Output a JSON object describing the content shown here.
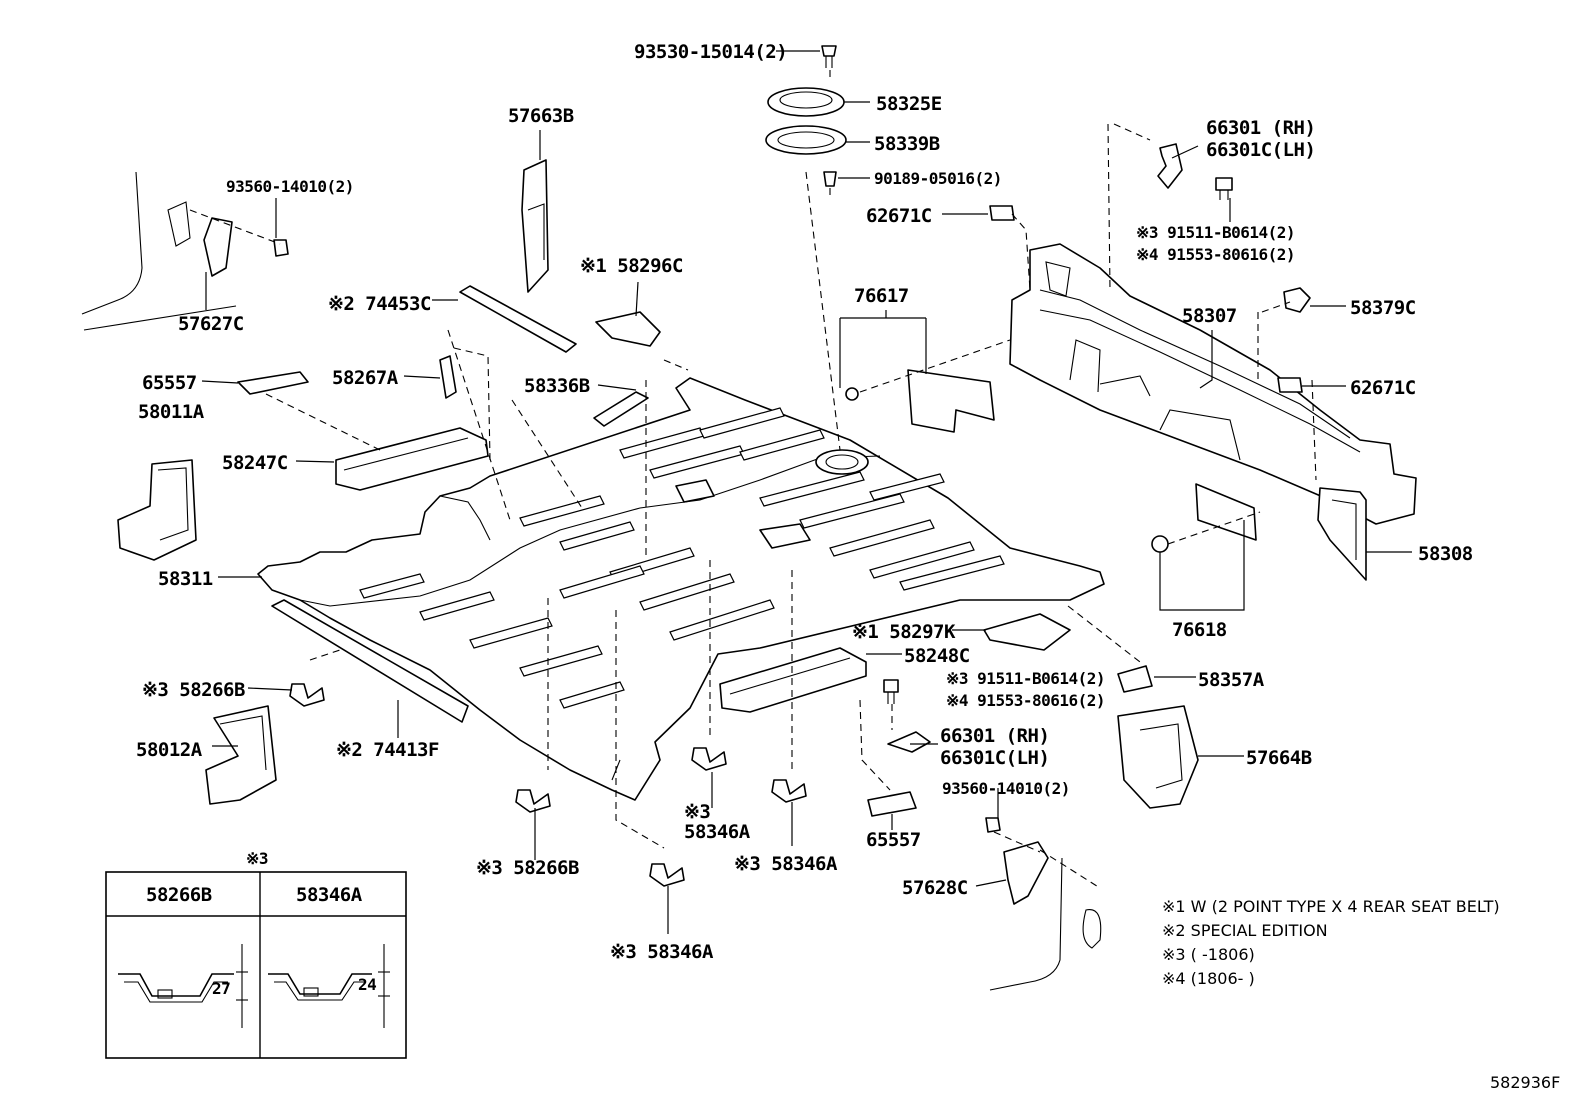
{
  "callouts": {
    "c93530": "93530-15014(2)",
    "c58325E": "58325E",
    "c58339B": "58339B",
    "c90189": "90189-05016(2)",
    "c62671C_a": "62671C",
    "c62671C_b": "62671C",
    "c76617": "76617",
    "c76618": "76618",
    "c66301_a": "66301 (RH)",
    "c66301C_a": "66301C(LH)",
    "c66301_b": "66301 (RH)",
    "c66301C_b": "66301C(LH)",
    "c91511_a": "※3 91511-B0614(2)",
    "c91553_a": "※4 91553-80616(2)",
    "c91511_b": "※3 91511-B0614(2)",
    "c91553_b": "※4 91553-80616(2)",
    "c58307": "58307",
    "c58379C": "58379C",
    "c58308": "58308",
    "c57663B": "57663B",
    "c93560_a": "93560-14010(2)",
    "c93560_b": "93560-14010(2)",
    "c57627C": "57627C",
    "c58296C": "※1 58296C",
    "c74453C": "※2 74453C",
    "c65557_a": "65557",
    "c65557_b": "65557",
    "c58267A": "58267A",
    "c58336B": "58336B",
    "c58011A": "58011A",
    "c58247C": "58247C",
    "c58311": "58311",
    "c58297K": "※1 58297K",
    "c58248C": "58248C",
    "c58357A": "58357A",
    "c57664B": "57664B",
    "c58266B_a": "※3 58266B",
    "c58266B_b": "※3 58266B",
    "c58012A": "58012A",
    "c74413F": "※2 74413F",
    "c58346A_a": "※3",
    "c58346A_a2": "58346A",
    "c58346A_b": "※3 58346A",
    "c58346A_c": "※3 58346A",
    "c57628C": "57628C"
  },
  "inset": {
    "mark": "※3",
    "col1_header": "58266B",
    "col2_header": "58346A",
    "col1_dim": "27",
    "col2_dim": "24"
  },
  "notes": [
    "※1 W (2 POINT TYPE X 4 REAR SEAT BELT)",
    "※2 SPECIAL EDITION",
    "※3 (      -1806)",
    "※4 (1806-      )"
  ],
  "figure_id": "582936F"
}
